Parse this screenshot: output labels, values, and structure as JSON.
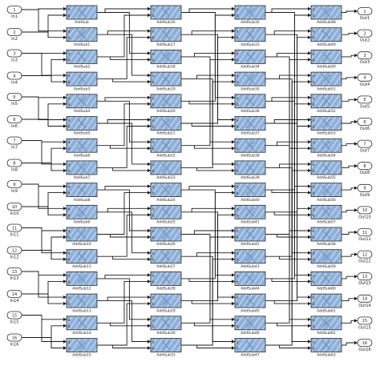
{
  "diagram": {
    "inputs": [
      "In1",
      "In2",
      "In3",
      "In4",
      "In5",
      "In6",
      "In7",
      "In8",
      "In9",
      "In10",
      "In11",
      "In12",
      "In13",
      "In14",
      "In15",
      "In16"
    ],
    "input_numbers": [
      "1",
      "2",
      "3",
      "4",
      "5",
      "6",
      "7",
      "8",
      "9",
      "10",
      "11",
      "12",
      "13",
      "14",
      "15",
      "16"
    ],
    "outputs": [
      "Out1",
      "Out2",
      "Out3",
      "Out4",
      "Out5",
      "Out6",
      "Out7",
      "Out8",
      "Out9",
      "Out10",
      "Out11",
      "Out12",
      "Out13",
      "Out14",
      "Out15",
      "Out16"
    ],
    "output_numbers": [
      "1",
      "2",
      "3",
      "4",
      "5",
      "6",
      "7",
      "8",
      "9",
      "10",
      "11",
      "12",
      "13",
      "14",
      "15",
      "16"
    ],
    "columns": [
      [
        "AddSub",
        "AddSub1",
        "AddSub2",
        "AddSub3",
        "AddSub4",
        "AddSub5",
        "AddSub6",
        "AddSub7",
        "AddSub8",
        "AddSub9",
        "AddSub10",
        "AddSub11",
        "AddSub12",
        "AddSub13",
        "AddSub14",
        "AddSub15"
      ],
      [
        "AddSub16",
        "AddSub17",
        "AddSub18",
        "AddSub19",
        "AddSub20",
        "AddSub21",
        "AddSub22",
        "AddSub23",
        "AddSub24",
        "AddSub25",
        "AddSub26",
        "AddSub27",
        "AddSub28",
        "AddSub29",
        "AddSub30",
        "AddSub31"
      ],
      [
        "AddSub32",
        "AddSub33",
        "AddSub34",
        "AddSub35",
        "AddSub36",
        "AddSub37",
        "AddSub38",
        "AddSub39",
        "AddSub40",
        "AddSub41",
        "AddSub42",
        "AddSub43",
        "AddSub44",
        "AddSub45",
        "AddSub46",
        "AddSub47"
      ],
      [
        "AddSub48",
        "AddSub49",
        "AddSub50",
        "AddSub51",
        "AddSub52",
        "AddSub53",
        "AddSub54",
        "AddSub55",
        "AddSub56",
        "AddSub57",
        "AddSub58",
        "AddSub59",
        "AddSub60",
        "AddSub61",
        "AddSub62",
        "AddSub63"
      ]
    ],
    "port_a": "a",
    "port_b": "b",
    "colors": {
      "block_fill": "#8fb0d8",
      "block_fill_dark": "#6d93c4",
      "block_border": "#2a2a2a",
      "wire": "#1a1a1a",
      "text": "#222222",
      "port_fill": "#ffffff"
    }
  }
}
